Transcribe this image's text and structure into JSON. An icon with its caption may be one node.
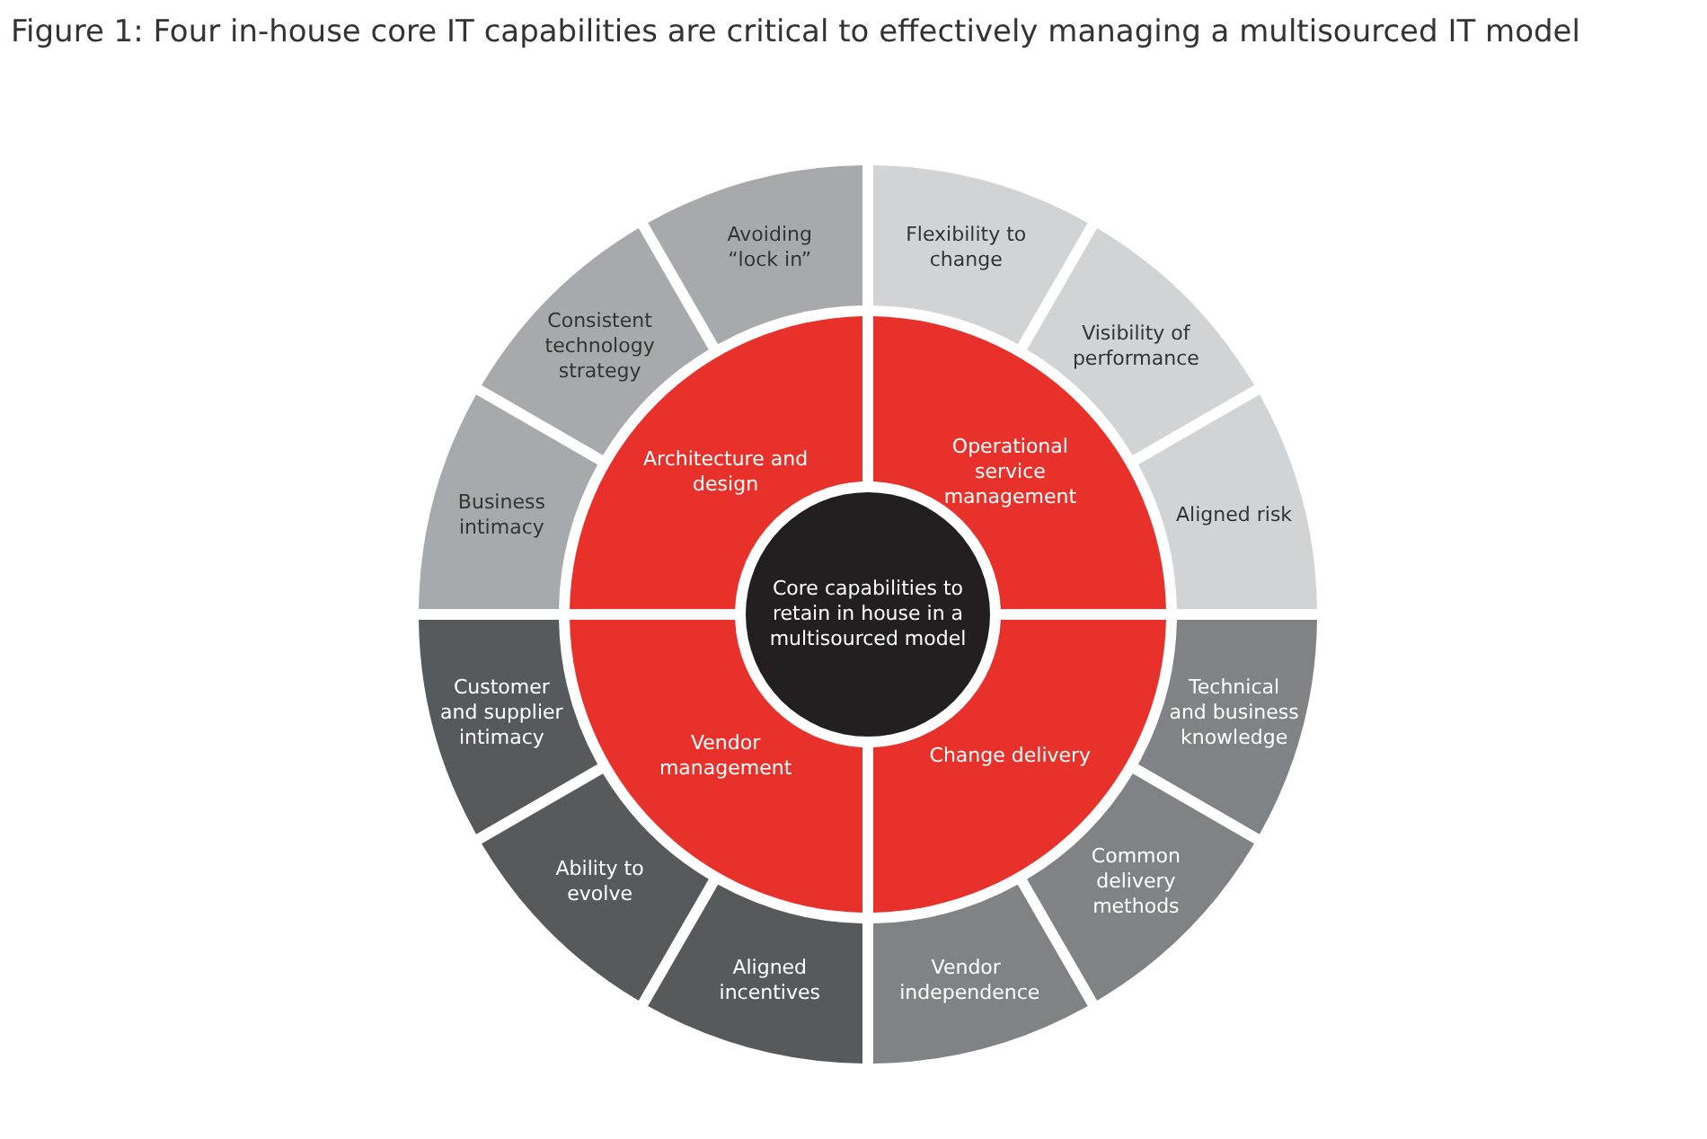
{
  "diagram": {
    "title": "Figure 1: Four in-house core IT capabilities are critical to effectively managing a multisourced IT model",
    "nodes": [
      {
        "text": [
          "Avoiding “lock in”"
        ]
      },
      {
        "text": [
          "Flexibility to change"
        ]
      },
      {
        "text": [
          "Consistent technology strategy"
        ]
      },
      {
        "text": [
          "Visibility of performance"
        ]
      },
      {
        "text": [
          "Architecture and design"
        ]
      },
      {
        "text": [
          "Operational service management"
        ]
      },
      {
        "text": [
          "Business intimacy"
        ]
      },
      {
        "text": [
          "Aligned risk"
        ]
      },
      {
        "text": [
          "Core capabilities to retain in house in a multisourced model"
        ]
      },
      {
        "text": [
          "Customer and supplier intimacy"
        ]
      },
      {
        "text": [
          "Technical and business knowledge"
        ]
      },
      {
        "text": [
          "Vendor management"
        ]
      },
      {
        "text": [
          "Change delivery"
        ]
      },
      {
        "text": [
          "Ability to evolve"
        ]
      },
      {
        "text": [
          "Common delivery methods"
        ]
      },
      {
        "text": [
          "Aligned incentives"
        ]
      },
      {
        "text": [
          "Vendor independence"
        ]
      }
    ]
  }
}
